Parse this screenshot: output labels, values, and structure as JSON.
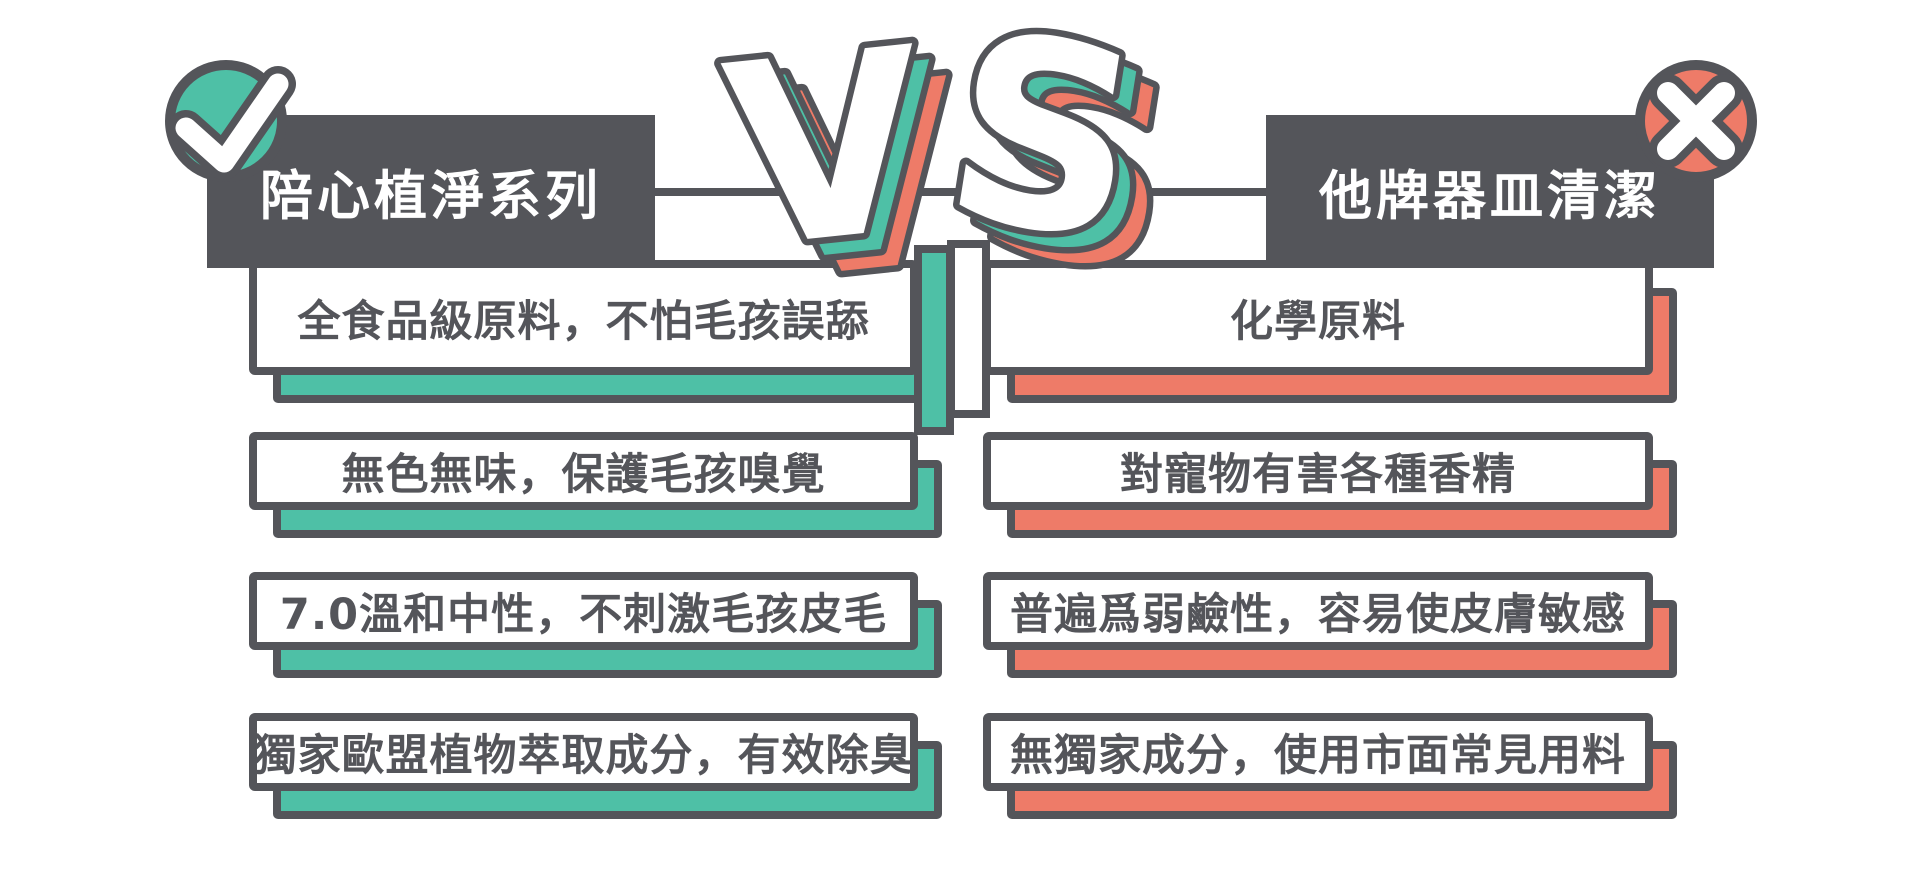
{
  "comparison": {
    "vs": {
      "v": "V",
      "s": "S"
    },
    "left": {
      "icon": "check-icon",
      "title": "陪心植淨系列",
      "rows": [
        "全食品級原料，不怕毛孩誤舔",
        "無色無味，保護毛孩嗅覺",
        "7.0溫和中性，不刺激毛孩皮毛",
        "獨家歐盟植物萃取成分，有效除臭"
      ]
    },
    "right": {
      "icon": "cross-icon",
      "title": "他牌器皿清潔",
      "rows": [
        "化學原料",
        "對寵物有害各種香精",
        "普遍爲弱鹼性，容易使皮膚敏感",
        "無獨家成分，使用市面常見用料"
      ]
    }
  },
  "colors": {
    "dark_gray": "#54555a",
    "teal": "#4ec0a6",
    "coral": "#ee7b68",
    "background": "#ffffff",
    "check_circle_fill": "#4ec0a6",
    "cross_circle_fill": "#ee7b68",
    "box_text": "#54555a",
    "header_text": "#ffffff"
  }
}
